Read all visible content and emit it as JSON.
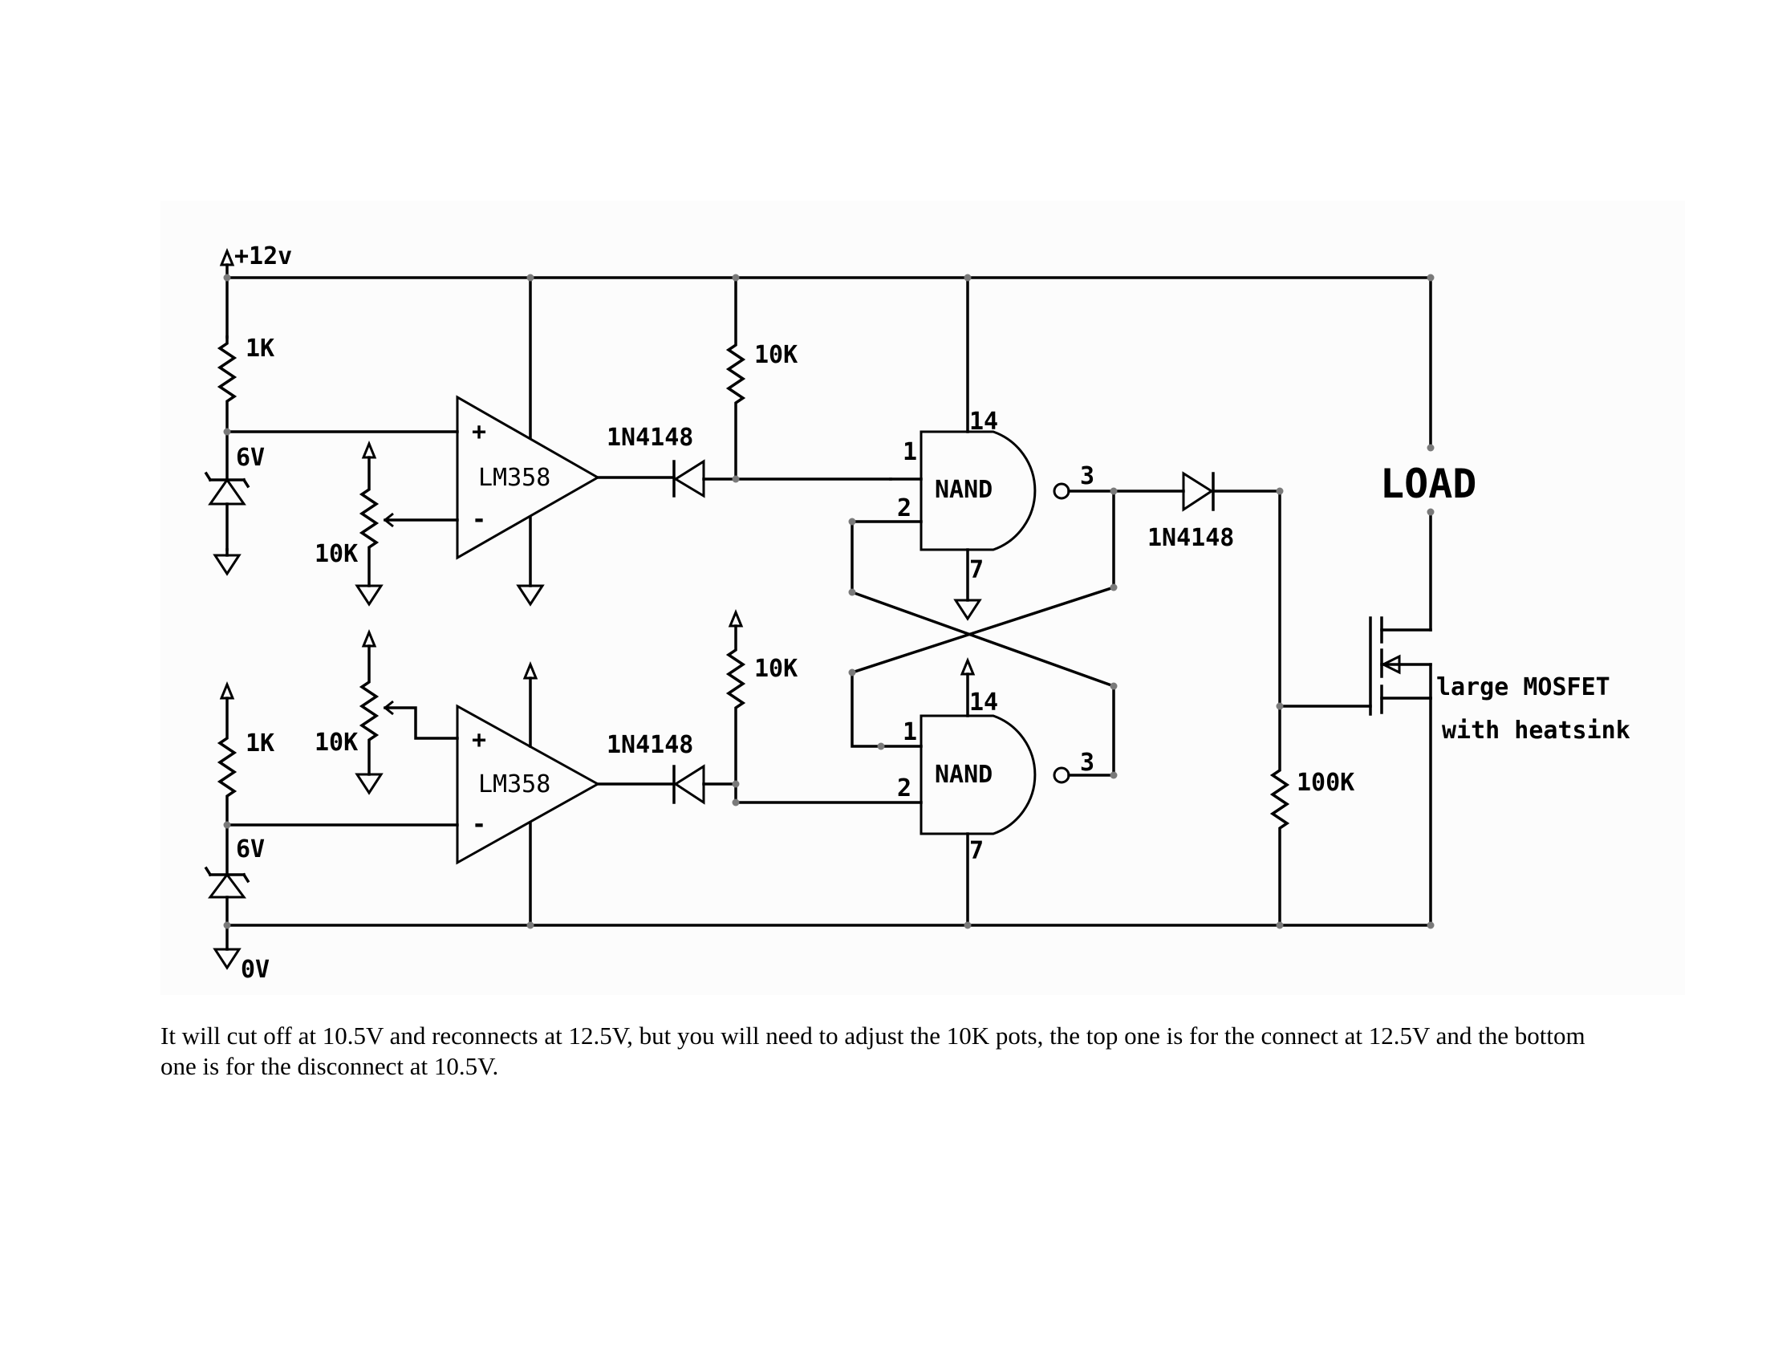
{
  "labels": {
    "supply": "+12v",
    "ground": "0V",
    "r_top_left": "1K",
    "r_bot_left": "1K",
    "zener_top": "6V",
    "zener_bot": "6V",
    "pot_top": "10K",
    "pot_bot": "10K",
    "opamp_top": "LM358",
    "opamp_bot": "LM358",
    "plus_top": "+",
    "minus_top": "-",
    "plus_bot": "+",
    "minus_bot": "-",
    "diode_top": "1N4148",
    "diode_bot": "1N4148",
    "diode_out": "1N4148",
    "pullup_top": "10K",
    "pullup_bot": "10K",
    "nand_top": "NAND",
    "nand_bot": "NAND",
    "pin1_top": "1",
    "pin2_top": "2",
    "pin3_top": "3",
    "pin14_top": "14",
    "pin7_top": "7",
    "pin1_bot": "1",
    "pin2_bot": "2",
    "pin3_bot": "3",
    "pin14_bot": "14",
    "pin7_bot": "7",
    "load": "LOAD",
    "r_gate": "100K",
    "mosfet_line1": "large MOSFET",
    "mosfet_line2": "with heatsink"
  },
  "caption": "It will cut off at 10.5V and reconnects at 12.5V, but you will need to adjust the 10K pots, the top one is for the connect at 12.5V and the bottom one is for the disconnect at 10.5V."
}
